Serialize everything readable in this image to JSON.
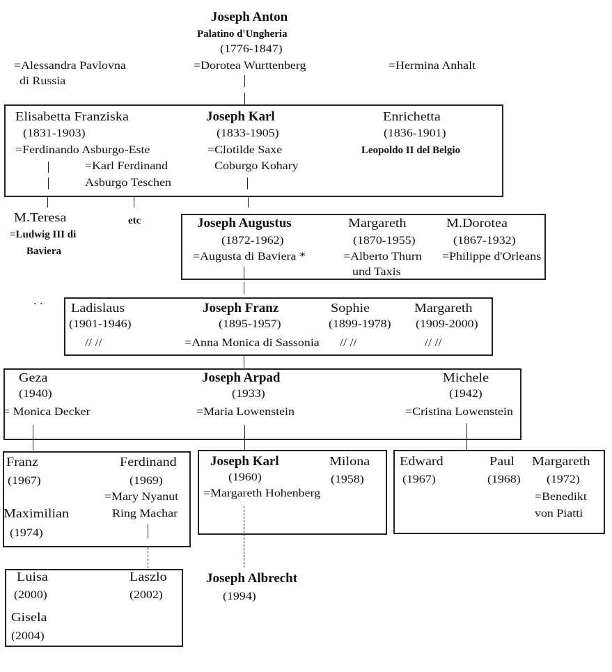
{
  "root": {
    "name": "Joseph Anton",
    "title": "Palatino d'Ungheria",
    "dates": "(1776-1847)",
    "spouse1_line1": "=Alessandra Pavlovna",
    "spouse1_line2": "di Russia",
    "spouse2": "=Dorotea Wurttenberg",
    "spouse3": "=Hermina Anhalt"
  },
  "gen1": {
    "elisabetta": {
      "name": "Elisabetta Franziska",
      "dates": "(1831-1903)",
      "spouse1": "=Ferdinando Asburgo-Este",
      "spouse2_line1": "=Karl Ferdinand",
      "spouse2_line2": "Asburgo Teschen"
    },
    "joseph_karl": {
      "name": "Joseph Karl",
      "dates": "(1833-1905)",
      "spouse_line1": "=Clotilde Saxe",
      "spouse_line2": "Coburgo Kohary"
    },
    "enrichetta": {
      "name": "Enrichetta",
      "dates": "(1836-1901)",
      "spouse": "Leopoldo II del Belgio"
    }
  },
  "gen2_left": {
    "m_teresa": {
      "name": "M.Teresa",
      "spouse_line1": "=Ludwig III di",
      "spouse_line2": "Baviera"
    },
    "etc": "etc"
  },
  "gen2": {
    "joseph_augustus": {
      "name": "Joseph Augustus",
      "dates": "(1872-1962)",
      "spouse": "=Augusta di Baviera *"
    },
    "margareth": {
      "name": "Margareth",
      "dates": "(1870-1955)",
      "spouse_line1": "=Alberto Thurn",
      "spouse_line2": "und Taxis"
    },
    "m_dorotea": {
      "name": "M.Dorotea",
      "dates": "(1867-1932)",
      "spouse": "=Philippe d'Orleans"
    }
  },
  "gen3": {
    "dots": ". .",
    "ladislaus": {
      "name": "Ladislaus",
      "dates": "(1901-1946)",
      "marks": "//    //"
    },
    "joseph_franz": {
      "name": "Joseph Franz",
      "dates": "(1895-1957)",
      "spouse": "=Anna Monica di Sassonia"
    },
    "sophie": {
      "name": "Sophie",
      "dates": "(1899-1978)",
      "marks": "//    //"
    },
    "margareth": {
      "name": "Margareth",
      "dates": "(1909-2000)",
      "marks": "//    //"
    }
  },
  "gen4": {
    "geza": {
      "name": "Geza",
      "dates": "(1940)",
      "spouse": "= Monica Decker"
    },
    "joseph_arpad": {
      "name": "Joseph Arpad",
      "dates": "(1933)",
      "spouse": "=Maria Lowenstein"
    },
    "michele": {
      "name": "Michele",
      "dates": "(1942)",
      "spouse": "=Cristina Lowenstein"
    }
  },
  "gen5": {
    "franz": {
      "name": "Franz",
      "dates": "(1967)"
    },
    "ferdinand": {
      "name": "Ferdinand",
      "dates": "(1969)",
      "spouse_line1": "=Mary Nyanut",
      "spouse_line2": "Ring Machar"
    },
    "maximilian": {
      "name": "Maximilian",
      "dates": "(1974)"
    },
    "joseph_karl": {
      "name": "Joseph Karl",
      "dates": "(1960)",
      "spouse": "=Margareth Hohenberg"
    },
    "milona": {
      "name": "Milona",
      "dates": "(1958)"
    },
    "edward": {
      "name": "Edward",
      "dates": "(1967)"
    },
    "paul": {
      "name": "Paul",
      "dates": "(1968)"
    },
    "margareth": {
      "name": "Margareth",
      "dates": "(1972)",
      "spouse_line1": "=Benedikt",
      "spouse_line2": "von Piatti"
    }
  },
  "gen6": {
    "luisa": {
      "name": "Luisa",
      "dates": "(2000)"
    },
    "laszlo": {
      "name": "Laszlo",
      "dates": "(2002)"
    },
    "gisela": {
      "name": "Gisela",
      "dates": "(2004)"
    },
    "joseph_albrecht": {
      "name": "Joseph Albrecht",
      "dates": "(1994)"
    }
  }
}
